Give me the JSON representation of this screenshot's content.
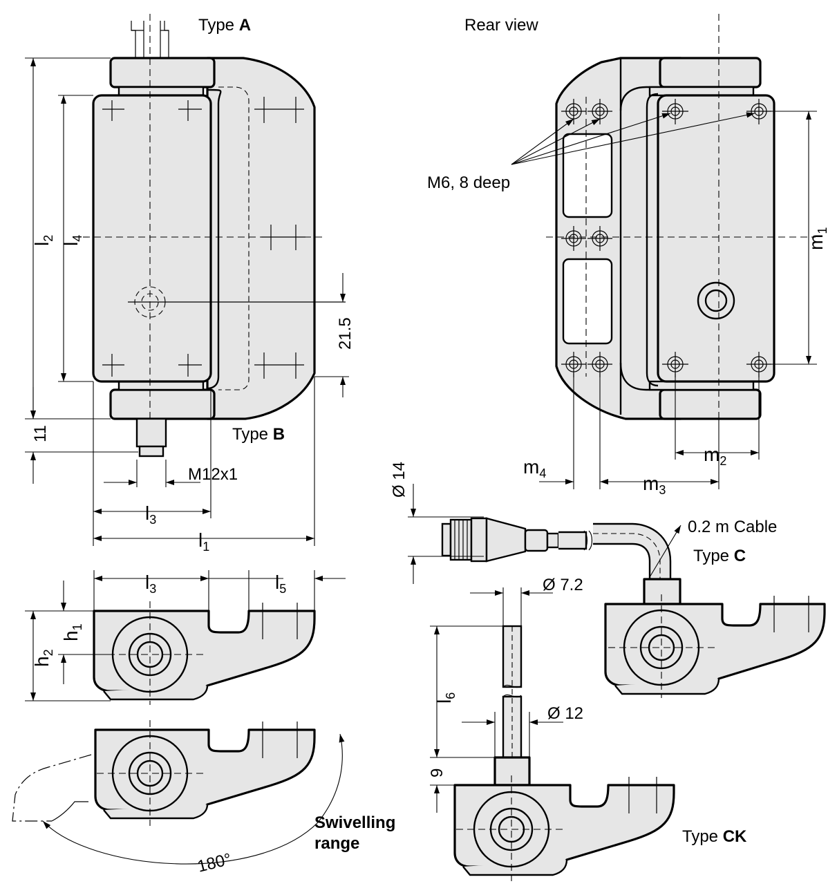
{
  "views": {
    "type_a_prefix": "Type ",
    "type_a_letter": "A",
    "type_b_prefix": "Type ",
    "type_b_letter": "B",
    "type_c_prefix": "Type ",
    "type_c_letter": "C",
    "type_ck_prefix": "Type  ",
    "type_ck_letter": "CK",
    "rear_view": "Rear view"
  },
  "callouts": {
    "thread_holes": "M6, 8 deep",
    "connector_thread": "M12x1",
    "cable": "0.2 m Cable",
    "swivel_line1": "Swivelling",
    "swivel_line2": "range",
    "swivel_angle": "180°"
  },
  "dimensions": {
    "l1": {
      "sym": "l",
      "sub": "1"
    },
    "l2": {
      "sym": "l",
      "sub": "2"
    },
    "l3": {
      "sym": "l",
      "sub": "3"
    },
    "l4": {
      "sym": "l",
      "sub": "4"
    },
    "l5": {
      "sym": "l",
      "sub": "5"
    },
    "l6": {
      "sym": "l",
      "sub": "6"
    },
    "h1": {
      "sym": "h",
      "sub": "1"
    },
    "h2": {
      "sym": "h",
      "sub": "2"
    },
    "m1": {
      "sym": "m",
      "sub": "1"
    },
    "m2": {
      "sym": "m",
      "sub": "2"
    },
    "m3": {
      "sym": "m",
      "sub": "3"
    },
    "m4": {
      "sym": "m",
      "sub": "4"
    },
    "d_21_5": "21.5",
    "d_11": "11",
    "d_9": "9",
    "dia_14": "Ø 14",
    "dia_7_2": "Ø 7.2",
    "dia_12": "Ø 12"
  }
}
